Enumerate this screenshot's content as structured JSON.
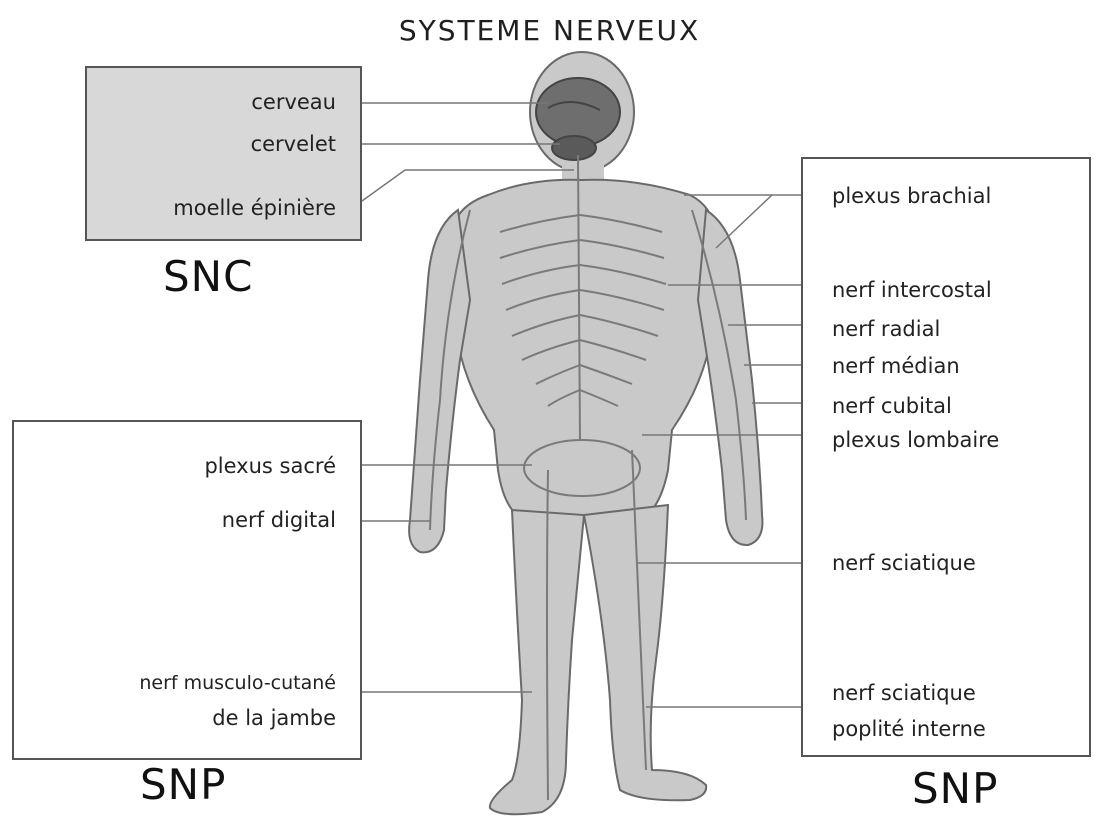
{
  "title": "SYSTEME NERVEUX",
  "groups": {
    "snc": "SNC",
    "snp_left": "SNP",
    "snp_right": "SNP"
  },
  "labels": {
    "cerveau": "cerveau",
    "cervelet": "cervelet",
    "moelle": "moelle épinière",
    "plexus_brachial": "plexus brachial",
    "nerf_intercostal": "nerf intercostal",
    "nerf_radial": "nerf radial",
    "nerf_median": "nerf médian",
    "nerf_cubital": "nerf cubital",
    "plexus_lombaire": "plexus lombaire",
    "nerf_sciatique": "nerf sciatique",
    "nerf_sciatique_poplite_1": "nerf sciatique",
    "nerf_sciatique_poplite_2": "poplité interne",
    "plexus_sacre": "plexus sacré",
    "nerf_digital": "nerf digital",
    "musculo_1": "nerf musculo-cutané",
    "musculo_2": "de la jambe"
  },
  "colors": {
    "body_fill": "#c9c9c9",
    "body_stroke": "#6a6a6a",
    "nerve": "#7a7a7a",
    "brain": "#6e6e6e",
    "snc_box": "#d8d8d8"
  }
}
